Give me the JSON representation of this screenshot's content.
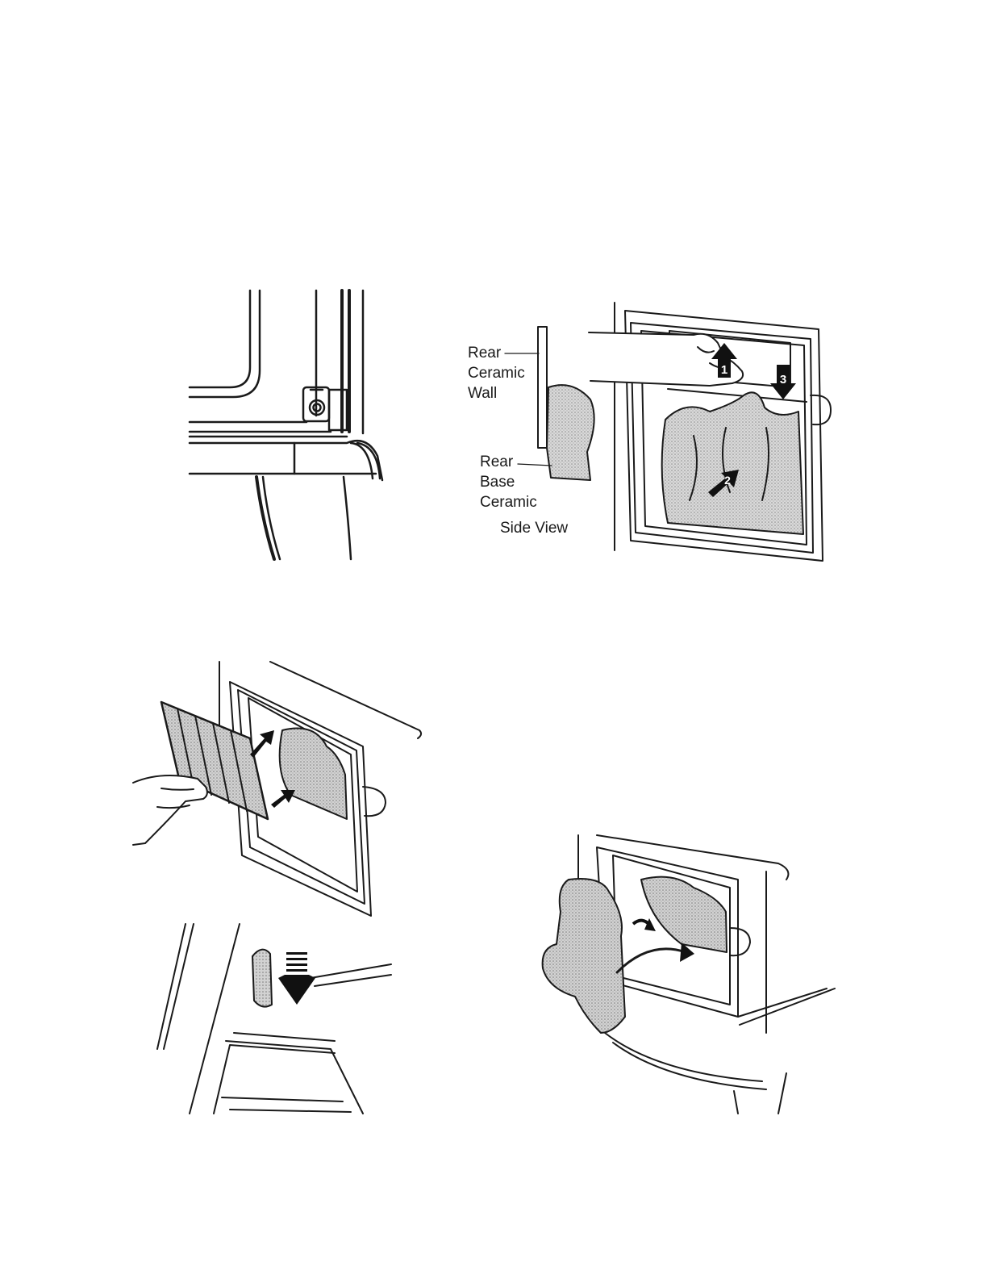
{
  "figure_2": {
    "labels": {
      "rear_ceramic_wall": [
        "Rear",
        "Ceramic",
        "Wall"
      ],
      "rear_base_ceramic": [
        "Rear",
        "Base",
        "Ceramic"
      ],
      "side_view": "Side View"
    },
    "steps": [
      "1",
      "2",
      "3"
    ]
  },
  "colors": {
    "ink": "#1a1a1a",
    "shade": "#b9b9b9",
    "shade_light": "#d6d6d6",
    "arrow": "#111111"
  }
}
